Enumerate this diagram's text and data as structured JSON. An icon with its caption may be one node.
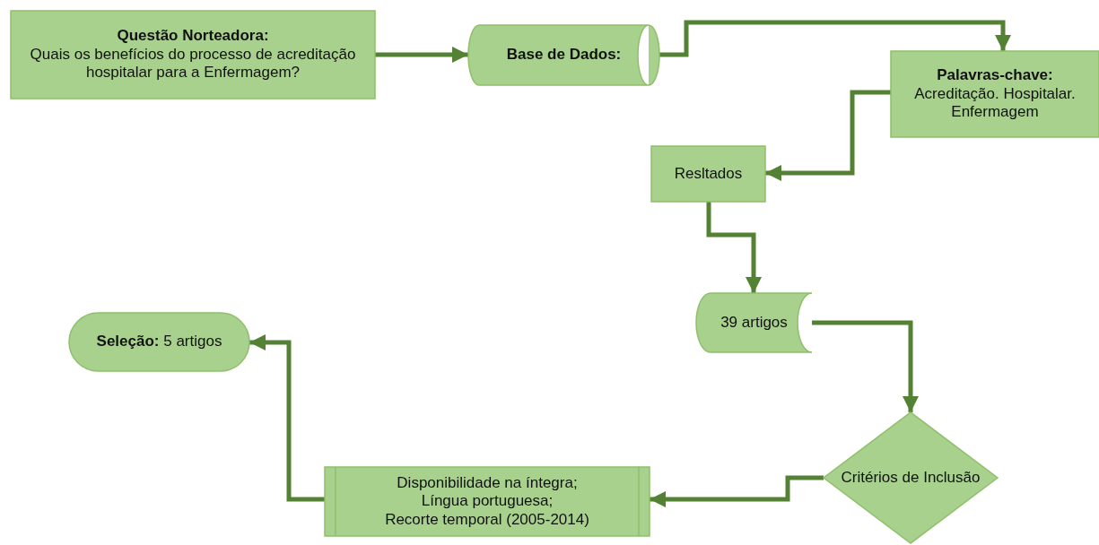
{
  "diagram": {
    "nodes": [
      {
        "text": [
          "Questão Norteadora:",
          "Quais os benefícios do processo de acreditação hospitalar para a Enfermagem?"
        ]
      },
      {
        "text": [
          "Base de Dados:"
        ]
      },
      {
        "text": [
          "Palavras-chave:",
          "Acreditação. Hospitalar. Enfermagem"
        ]
      },
      {
        "text": [
          "Resltados"
        ]
      },
      {
        "text": [
          "39 artigos"
        ]
      },
      {
        "text": [
          "Critérios de Inclusão"
        ]
      },
      {
        "text": [
          "Disponibilidade na íntegra;",
          "Língua portuguesa;",
          "Recorte temporal (2005-2014)"
        ]
      },
      {
        "text": [
          "**Seleção:** 5 artigos"
        ]
      }
    ],
    "edges": [
      {
        "from": 0,
        "to": 1,
        "arrow": "to"
      },
      {
        "from": 1,
        "to": 2,
        "arrow": "to"
      },
      {
        "from": 2,
        "to": 3,
        "arrow": "to"
      },
      {
        "from": 3,
        "to": 4,
        "arrow": "to"
      },
      {
        "from": 4,
        "to": 5,
        "arrow": "to"
      },
      {
        "from": 5,
        "to": 6,
        "arrow": "to"
      },
      {
        "from": 6,
        "to": 7,
        "arrow": "to"
      }
    ]
  }
}
